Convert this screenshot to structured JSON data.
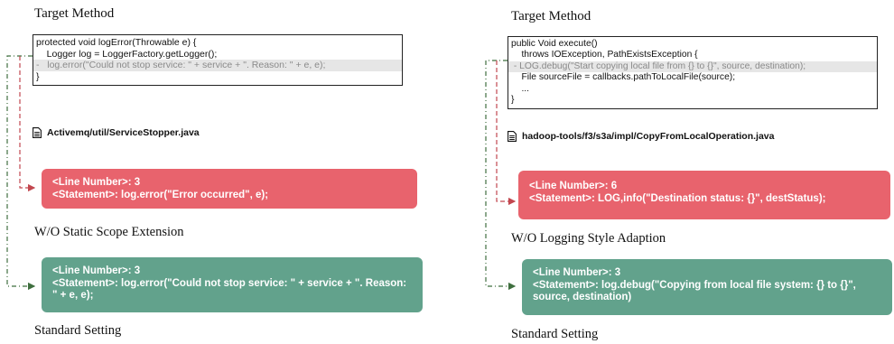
{
  "left": {
    "title": "Target Method",
    "code": [
      {
        "text": "protected void logError(Throwable e) {",
        "removed": false
      },
      {
        "text": "    Logger log = LoggerFactory.getLogger();",
        "removed": false
      },
      {
        "text": "-   log.error(\"Could not stop service: \" + service + \". Reason: \" + e, e);",
        "removed": true
      },
      {
        "text": "}",
        "removed": false
      }
    ],
    "file": "Activemq/util/ServiceStopper.java",
    "red_card": {
      "line_label": "<Line Number>",
      "line_value": ": 3",
      "stmt_label": "<Statement>",
      "stmt_value": ": log.error(\"Error occurred\", e);"
    },
    "red_caption": "W/O Static Scope Extension",
    "green_card": {
      "line_label": "<Line Number>",
      "line_value": ": 3",
      "stmt_label": "<Statement>",
      "stmt_value": ": log.error(\"Could not stop service: \" + service + \". Reason: \" + e, e);"
    },
    "green_caption": "Standard Setting"
  },
  "right": {
    "title": "Target Method",
    "code": [
      {
        "text": "public Void execute()",
        "removed": false
      },
      {
        "text": "    throws IOException, PathExistsException {",
        "removed": false
      },
      {
        "text": " - LOG.debug(\"Start copying local file from {} to {}\", source, destination);",
        "removed": true
      },
      {
        "text": "    File sourceFile = callbacks.pathToLocalFile(source);",
        "removed": false
      },
      {
        "text": "    ...",
        "removed": false
      },
      {
        "text": "}",
        "removed": false
      }
    ],
    "file": "hadoop-tools/f3/s3a/impl/CopyFromLocalOperation.java",
    "red_card": {
      "line_label": "<Line Number>",
      "line_value": ": 6",
      "stmt_label": "<Statement>",
      "stmt_value": ": LOG,info(\"Destination status: {}\", destStatus);"
    },
    "red_caption": "W/O Logging Style Adaption",
    "green_card": {
      "line_label": "<Line Number>",
      "line_value": ": 3",
      "stmt_label": "<Statement>",
      "stmt_value": ": log.debug(\"Copying from local file system: {} to {}\", source, destination)"
    },
    "green_caption": "Standard Setting"
  },
  "colors": {
    "red_card": "#e8636d",
    "green_card": "#62a28c",
    "red_arrow": "#c2474f",
    "green_arrow": "#3f6f3f",
    "removed_line_bg": "#e6e6e6"
  }
}
